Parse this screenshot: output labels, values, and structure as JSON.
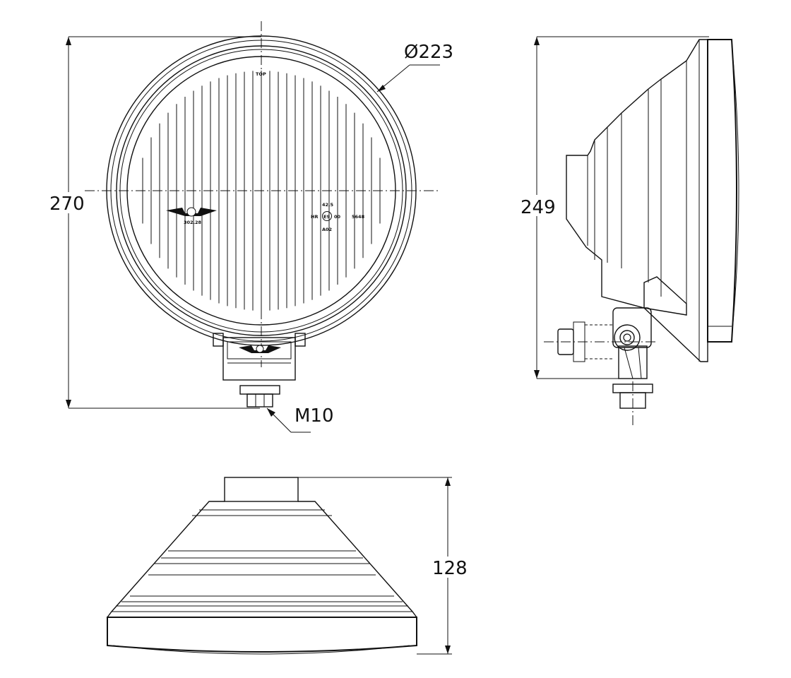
{
  "dimensions": {
    "front_height": "270",
    "diameter": "Ø223",
    "bolt": "M10",
    "side_height": "249",
    "bottom_depth": "128"
  },
  "lens_marks": {
    "top": "TOP",
    "logo_code": "302.28",
    "value_42": "42,5",
    "hr": "HR",
    "e_mark": "E9",
    "zero": "00",
    "approval": "5648",
    "a02": "A02"
  },
  "colors": {
    "line": "#111111",
    "background": "#ffffff"
  }
}
